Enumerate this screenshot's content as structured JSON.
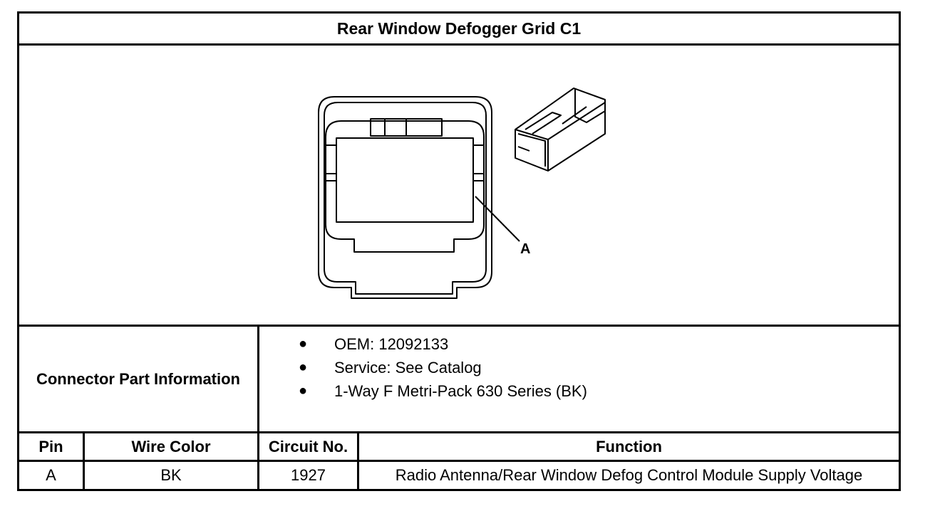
{
  "title": "Rear Window Defogger Grid C1",
  "diagram": {
    "callout_label": "A"
  },
  "connector_info": {
    "label": "Connector Part Information",
    "items": [
      "OEM: 12092133",
      "Service: See Catalog",
      "1-Way F Metri-Pack 630 Series (BK)"
    ],
    "bullet": "●"
  },
  "pin_table": {
    "headers": [
      "Pin",
      "Wire Color",
      "Circuit No.",
      "Function"
    ],
    "rows": [
      [
        "A",
        "BK",
        "1927",
        "Radio Antenna/Rear Window Defog Control Module Supply Voltage"
      ]
    ]
  }
}
